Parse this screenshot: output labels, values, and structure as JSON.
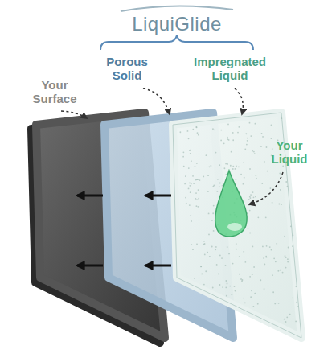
{
  "diagram": {
    "title": "LiquiGlide",
    "labels": [
      "Your Surface",
      "Porous Solid",
      "Impregnated Liquid",
      "Your Liquid"
    ]
  }
}
